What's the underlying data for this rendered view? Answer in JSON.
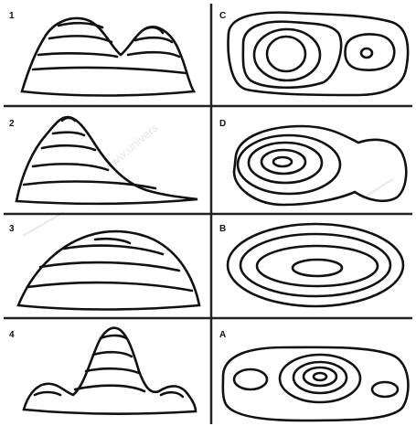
{
  "watermark": "www.univers",
  "colors": {
    "line": "#111111",
    "grid": "#222222",
    "background": "#ffffff"
  },
  "profiles": [
    {
      "label": "1",
      "shape": "two-peaked hill"
    },
    {
      "label": "2",
      "shape": "steep peak with long gentle slope"
    },
    {
      "label": "3",
      "shape": "broad dome"
    },
    {
      "label": "4",
      "shape": "tall central peak with low side hills"
    }
  ],
  "contour_maps": [
    {
      "label": "C",
      "shape": "two summits, large left and small right"
    },
    {
      "label": "D",
      "shape": "nested rings offset left with a bulge to the right"
    },
    {
      "label": "B",
      "shape": "elongated concentric ovals"
    },
    {
      "label": "A",
      "shape": "central ring set with two side hills"
    }
  ]
}
